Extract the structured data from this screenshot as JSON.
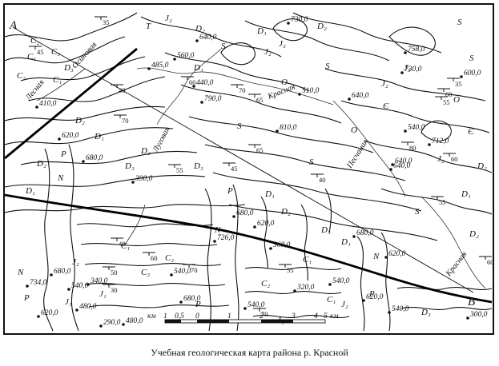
{
  "caption": "Учебная геологическая карта района р. Красной",
  "profile": {
    "start_label": "A",
    "end_label": "B"
  },
  "rivers": [
    {
      "name": "Осиновая"
    },
    {
      "name": "Лесная"
    },
    {
      "name": "Луговая"
    },
    {
      "name": "Красная"
    },
    {
      "name": "Песчаная"
    },
    {
      "name": "Красная"
    }
  ],
  "units": [
    {
      "label": "C₂"
    },
    {
      "label": "C₁"
    },
    {
      "label": "C₃"
    },
    {
      "label": "C₂"
    },
    {
      "label": "C₁"
    },
    {
      "label": "D₃"
    },
    {
      "label": "D₂"
    },
    {
      "label": "D₁"
    },
    {
      "label": "D₃"
    },
    {
      "label": "D₂"
    },
    {
      "label": "D₁"
    },
    {
      "label": "D₂"
    },
    {
      "label": "D₃"
    },
    {
      "label": "D₁"
    },
    {
      "label": "D₂"
    },
    {
      "label": "D₁"
    },
    {
      "label": "J₂"
    },
    {
      "label": "J₃"
    },
    {
      "label": "J₂"
    },
    {
      "label": "J₃"
    },
    {
      "label": "J₂"
    },
    {
      "label": "S"
    },
    {
      "label": "S"
    },
    {
      "label": "S"
    },
    {
      "label": "S"
    },
    {
      "label": "S"
    },
    {
      "label": "O"
    },
    {
      "label": "O"
    },
    {
      "label": "O"
    },
    {
      "label": "Є"
    },
    {
      "label": "Є"
    },
    {
      "label": "P"
    },
    {
      "label": "N"
    },
    {
      "label": "P"
    },
    {
      "label": "N"
    },
    {
      "label": "P"
    },
    {
      "label": "N"
    },
    {
      "label": "P"
    },
    {
      "label": "N"
    },
    {
      "label": "P"
    },
    {
      "label": "D₁"
    },
    {
      "label": "D₂"
    },
    {
      "label": "D₃"
    },
    {
      "label": "C₁"
    },
    {
      "label": "C₂"
    },
    {
      "label": "C₃"
    },
    {
      "label": "J₁"
    },
    {
      "label": "J₂"
    },
    {
      "label": "C₁"
    },
    {
      "label": "C₂"
    },
    {
      "label": "C₁"
    },
    {
      "label": "D₃"
    },
    {
      "label": "J₂"
    },
    {
      "label": "J₁"
    },
    {
      "label": "D₂"
    },
    {
      "label": "D₁"
    },
    {
      "label": "D₂"
    },
    {
      "label": "S"
    },
    {
      "label": "S"
    },
    {
      "label": "D₁"
    },
    {
      "label": "D₂"
    },
    {
      "label": "J₂"
    },
    {
      "label": "J₁"
    },
    {
      "label": "T"
    }
  ],
  "elevations": [
    "640,0",
    "560,0",
    "485,0",
    "440,0",
    "790,0",
    "510,0",
    "810,0",
    "730,0",
    "758,0",
    "730,0",
    "640,0",
    "600,0",
    "640,0",
    "540,0",
    "712,0",
    "640,0",
    "620,0",
    "680,0",
    "410,0",
    "390,0",
    "680,0",
    "726,0",
    "620,0",
    "360,0",
    "680,0",
    "620,0",
    "540,0",
    "320,0",
    "540,0",
    "620,0",
    "540,0",
    "734,0",
    "680,0",
    "540,0",
    "480,0",
    "620,0",
    "290,0",
    "480,0",
    "300,0",
    "680,0",
    "540,0",
    "340,0"
  ],
  "dips": [
    "35",
    "45",
    "60",
    "70",
    "40",
    "55",
    "65",
    "70",
    "45",
    "60",
    "35",
    "55",
    "40",
    "60",
    "55",
    "65",
    "60",
    "50",
    "30",
    "70",
    "80",
    "60",
    "55",
    "40",
    "70"
  ],
  "scale": {
    "unit_label": "км",
    "ticks": [
      "1",
      "0,5",
      "0",
      "1",
      "2",
      "3",
      "4",
      "5"
    ],
    "end_unit": "км"
  }
}
